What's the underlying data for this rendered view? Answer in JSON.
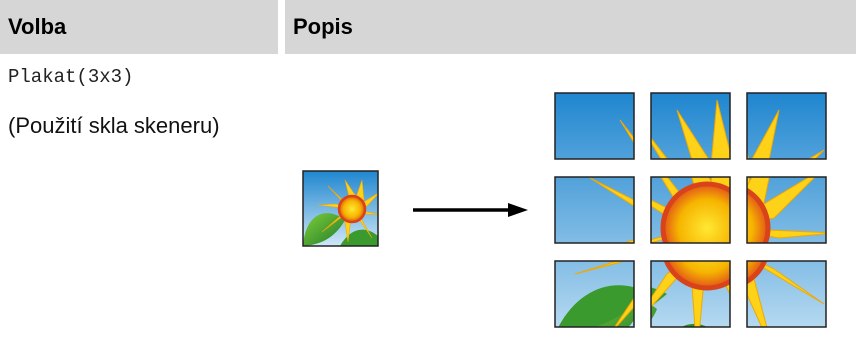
{
  "table": {
    "headers": {
      "option": "Volba",
      "description": "Popis"
    },
    "rows": [
      {
        "option_code": "Plakat(3x3)",
        "option_note": "(Použití skla skeneru)",
        "illustration": {
          "source": "sunflower-original",
          "arrow": "right-arrow-icon",
          "result": "poster-3x3-tiles",
          "tile_count": 9
        }
      }
    ]
  }
}
